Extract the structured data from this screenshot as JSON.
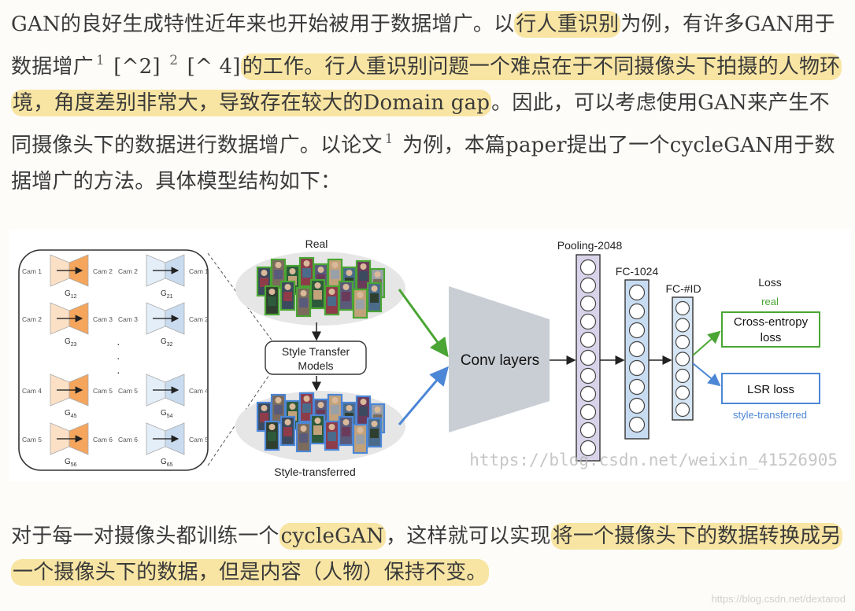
{
  "paragraph1": {
    "p1": "GAN的良好生成特性近年来也开始被用于数据增广。以",
    "h1": "行人重识别",
    "p2": "为例，有许多GAN用于数据增广",
    "ref_a": "1",
    "p3": " [^2] ",
    "ref_b": "2",
    "p4": " [^ 4]",
    "h2": "的工作。行人重识别问题一个难点在于不同摄像头下拍摄的人物环境，角度差别非常大，导致存在较大的Domain gap",
    "p5": "。因此，可以考虑使用GAN来产生不同摄像头下的数据进行数据增广。以论文",
    "ref_c": "1",
    "p6": " 为例，本篇paper提出了一个cycleGAN用于数据增广的方法。具体模型结构如下："
  },
  "figure": {
    "real_label": "Real",
    "style_transfer_label_1": "Style Transfer",
    "style_transfer_label_2": "Models",
    "style_transferred_label": "Style-transferred",
    "conv_label": "Conv layers",
    "pooling_label": "Pooling-2048",
    "fc1024_label": "FC-1024",
    "fcid_label": "FC-#ID",
    "loss_label": "Loss",
    "real_small": "real",
    "ce_loss_1": "Cross-entropy",
    "ce_loss_2": "loss",
    "lsr_loss": "LSR loss",
    "style_transferred_small": "style-transferred",
    "gen_left": [
      {
        "in": "Cam 1",
        "out": "Cam 2",
        "g": "G",
        "sub": "12"
      },
      {
        "in": "Cam 2",
        "out": "Cam 3",
        "g": "G",
        "sub": "23"
      },
      {
        "in": "Cam 4",
        "out": "Cam 5",
        "g": "G",
        "sub": "45"
      },
      {
        "in": "Cam 5",
        "out": "Cam 6",
        "g": "G",
        "sub": "56"
      }
    ],
    "gen_right": [
      {
        "in": "Cam 2",
        "out": "Cam 1",
        "g": "G",
        "sub": "21"
      },
      {
        "in": "Cam 3",
        "out": "Cam 2",
        "g": "G",
        "sub": "32"
      },
      {
        "in": "Cam 5",
        "out": "Cam 4",
        "g": "G",
        "sub": "54"
      },
      {
        "in": "Cam 6",
        "out": "Cam 5",
        "g": "G",
        "sub": "65"
      }
    ],
    "watermark": "https://blog.csdn.net/weixin_41526905"
  },
  "paragraph2": {
    "p1": "对于每一对摄像头都训练一个",
    "h1": "cycleGAN",
    "p2": "，这样就可以实现",
    "h2": "将一个摄像头下的数据转换成另一个摄像头下的数据，但是内容（人物）保持不变。"
  },
  "page_watermark": "https://blog.csdn.net/dextarod",
  "colors": {
    "highlight": "#f6d66e",
    "orange": "#f5a55c",
    "blue_gen": "#c9dbef",
    "green": "#4aa534",
    "blue": "#4c86d6",
    "node_purple": "#d9d3ea",
    "node_blue": "#c8dcf1",
    "node_lightblue": "#d7e6f4",
    "conv_gray": "#c9ced4"
  }
}
